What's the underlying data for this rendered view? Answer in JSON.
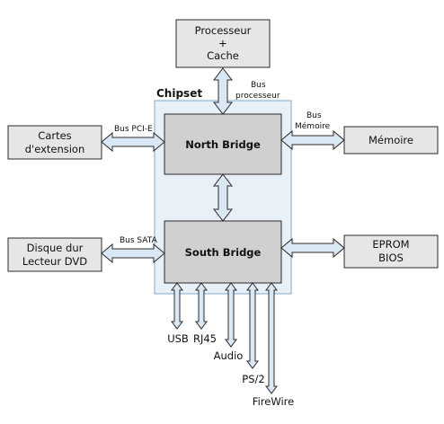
{
  "boxes": {
    "processor": [
      "Processeur",
      "+",
      "Cache"
    ],
    "chipset": "Chipset",
    "north_bridge": "North Bridge",
    "south_bridge": "South Bridge",
    "cards": [
      "Cartes",
      "d'extension"
    ],
    "memory": "Mémoire",
    "disk": [
      "Disque dur",
      "Lecteur DVD"
    ],
    "eprom": [
      "EPROM",
      "BIOS"
    ]
  },
  "bus_labels": {
    "processor": [
      "Bus",
      "processeur"
    ],
    "pcie": "Bus PCI-E",
    "memory": [
      "Bus",
      "Mémoire"
    ],
    "sata": "Bus SATA"
  },
  "ports": [
    "USB",
    "RJ45",
    "Audio",
    "PS/2",
    "FireWire"
  ],
  "colors": {
    "box_fill": "#e6e6e6",
    "bridge_fill": "#d0d0d0",
    "chipset_fill": "#e9f1f8",
    "chipset_border": "#7fa9c9",
    "arrow_fill": "#d9e8f4",
    "stroke": "#2b2b2b"
  }
}
